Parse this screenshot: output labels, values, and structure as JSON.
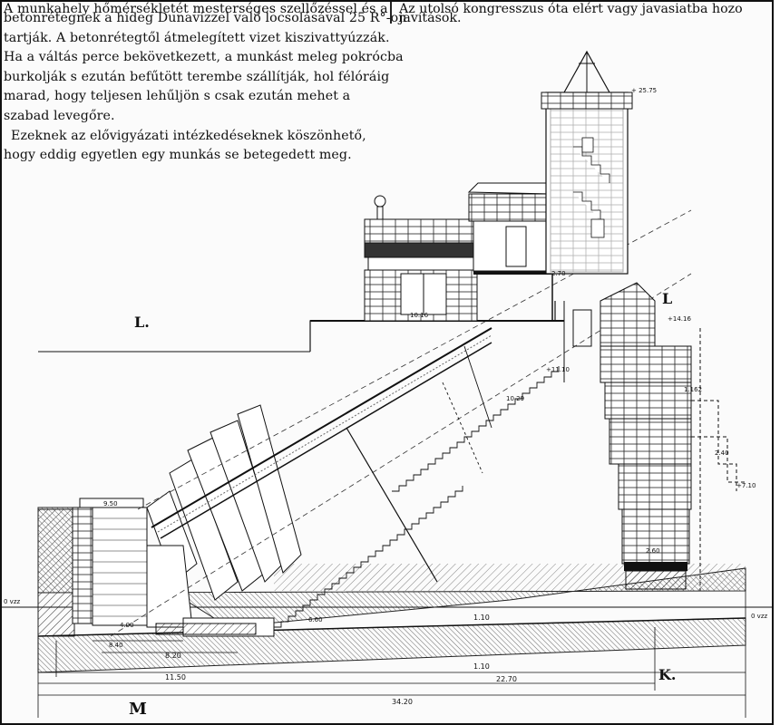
{
  "text_left": {
    "lines": [
      "A munkahely hőmérsékletét mesterséges szellőzéssel és a",
      "betonrétegnek a hideg Dunavízzel való locsolásával 25 R°-on",
      "tartják. A betonrétegtől átmelegített vizet kiszivattyúzzák.",
      "Ha a váltás perce bekövetkezett, a munkást meleg pokrócba",
      "burkolják s ezután befűtött terembe szállítják, hol félóráig",
      "marad, hogy teljesen lehűljön s csak ezután mehet a",
      "szabad levegőre.",
      "Ezeknek az elővigyázati intézkedéseknek köszönhető,",
      "hogy eddig egyetlen egy munkás se betegedett meg."
    ]
  },
  "text_right": {
    "lines": [
      "Az utolsó kongresszus óta elért vagy javasiatba hozo",
      "javítások."
    ]
  },
  "drawing": {
    "section_labels": {
      "L_left": "L.",
      "L_right": "L",
      "M": "M",
      "K": "K."
    },
    "level_labels": {
      "left_level": "0 vzz",
      "right_level": "0 vzz"
    },
    "dimensions": {
      "top_tower": "+ 25.75",
      "d_950": "9.50",
      "d_400": "4.00",
      "d_840": "8.40",
      "d_820": "8.20",
      "d_1150": "11.50",
      "d_2270": "22.70",
      "d_3420": "34.20",
      "d_110a": "1.10",
      "d_110b": "1.10",
      "d_2ca": "2.70",
      "d_1416": "+14.16",
      "d_1016": "10.16",
      "d_1162": "1.162",
      "d_240": "2.40",
      "d_260": "2.60",
      "d_710": "+7.10",
      "d_1110": "+11.10",
      "d_1029": "10.29",
      "d_660": "6.60"
    }
  }
}
